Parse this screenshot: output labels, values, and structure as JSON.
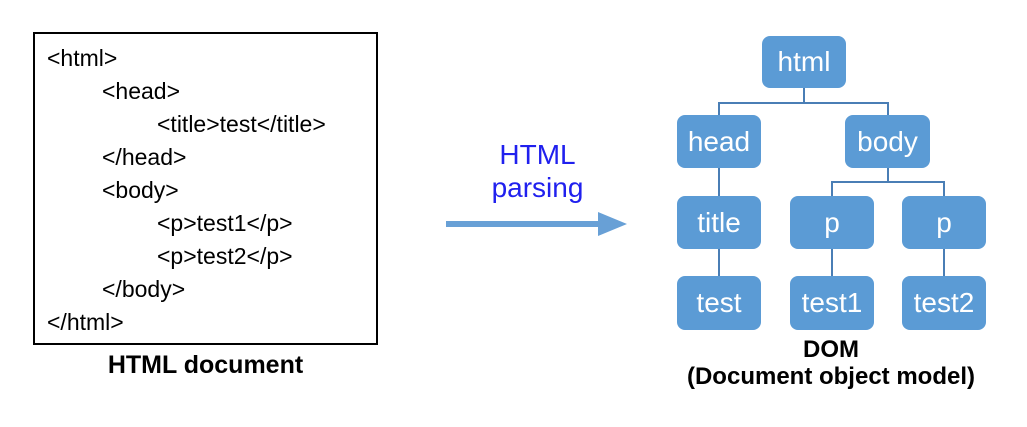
{
  "colors": {
    "node_fill": "#5B9BD5",
    "connector_line": "#4A7EB5",
    "arrow_fill": "#68A0D6",
    "parsing_label_blue": "#2020EE",
    "text_black": "#000000"
  },
  "html_document": {
    "caption": "HTML document",
    "code_lines": [
      {
        "text": "<html>",
        "indent": 0
      },
      {
        "text": "<head>",
        "indent": 1
      },
      {
        "text": "<title>test</title>",
        "indent": 2
      },
      {
        "text": "</head>",
        "indent": 1
      },
      {
        "text": "<body>",
        "indent": 1
      },
      {
        "text": "<p>test1</p>",
        "indent": 2
      },
      {
        "text": "<p>test2</p>",
        "indent": 2
      },
      {
        "text": "</body>",
        "indent": 1
      },
      {
        "text": "</html>",
        "indent": 0
      }
    ]
  },
  "transform": {
    "label_line1": "HTML",
    "label_line2": "parsing",
    "arrow_icon": "arrow-right-icon"
  },
  "dom_tree": {
    "caption_line1": "DOM",
    "caption_line2": "(Document object model)",
    "nodes": [
      {
        "id": "html",
        "label": "html",
        "parent": null
      },
      {
        "id": "head",
        "label": "head",
        "parent": "html"
      },
      {
        "id": "body",
        "label": "body",
        "parent": "html"
      },
      {
        "id": "title",
        "label": "title",
        "parent": "head"
      },
      {
        "id": "p1",
        "label": "p",
        "parent": "body"
      },
      {
        "id": "p2",
        "label": "p",
        "parent": "body"
      },
      {
        "id": "test",
        "label": "test",
        "parent": "title"
      },
      {
        "id": "test1",
        "label": "test1",
        "parent": "p1"
      },
      {
        "id": "test2",
        "label": "test2",
        "parent": "p2"
      }
    ]
  }
}
